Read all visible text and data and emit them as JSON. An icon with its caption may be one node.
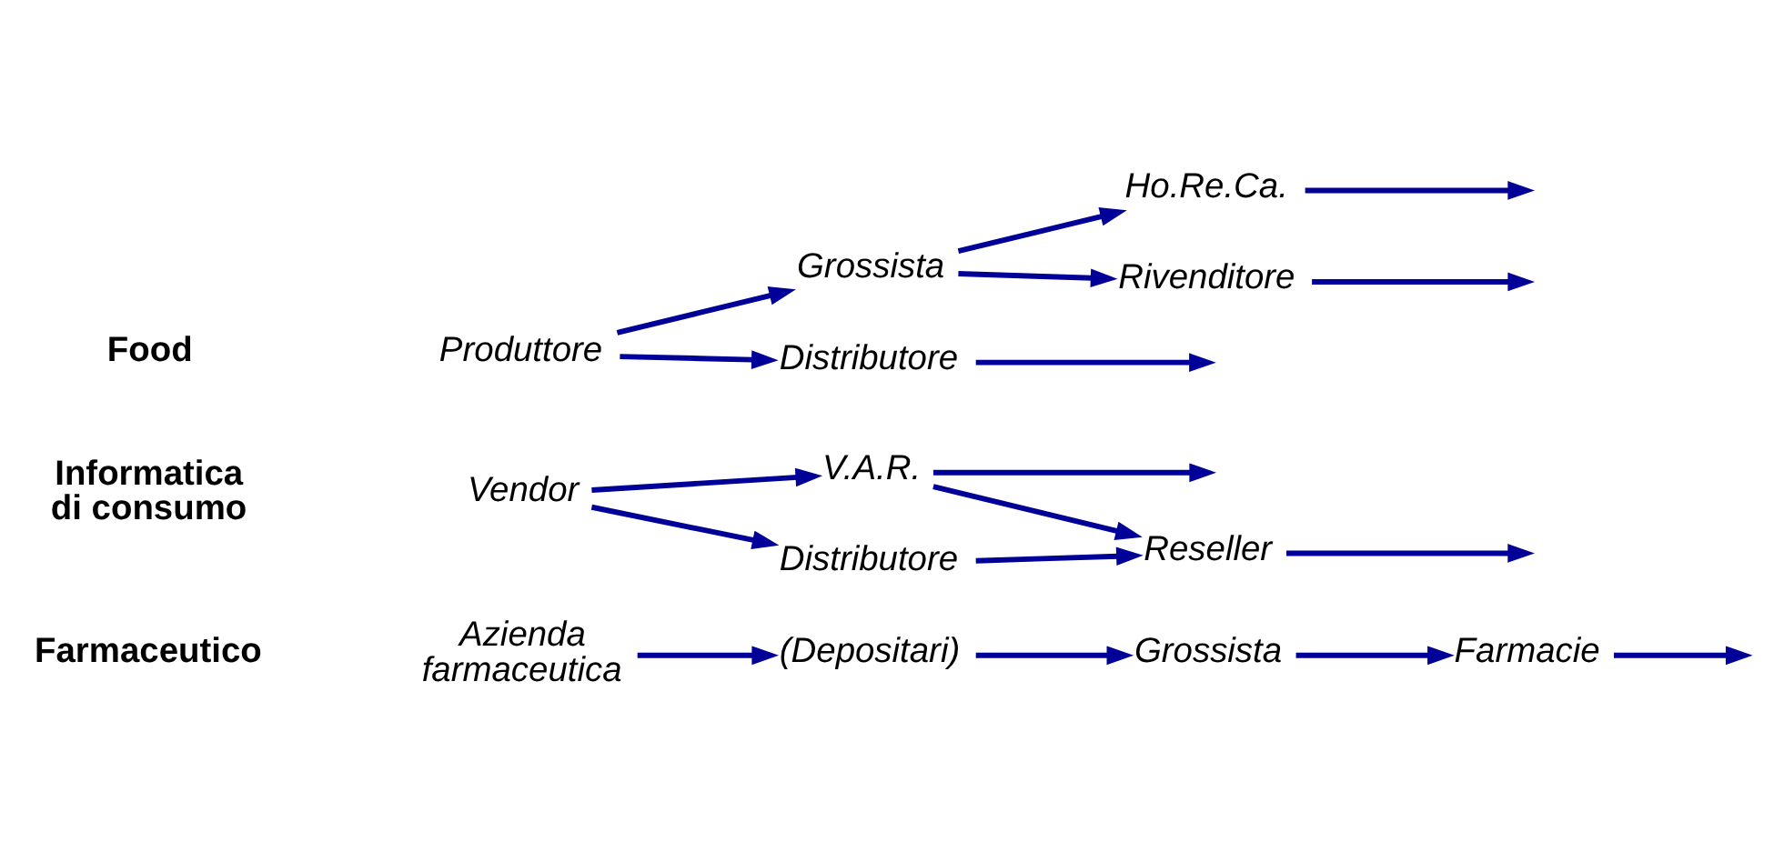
{
  "diagram": {
    "nodes": [
      {
        "text": [
          "Produttore"
        ]
      },
      {
        "text": [
          "Grossista"
        ]
      },
      {
        "text": [
          "Distributore"
        ]
      },
      {
        "text": [
          "Ho.Re.Ca."
        ]
      },
      {
        "text": [
          "Rivenditore"
        ]
      },
      {
        "text": [
          "Vendor"
        ]
      },
      {
        "text": [
          "V.A.R."
        ]
      },
      {
        "text": [
          "Distributore"
        ]
      },
      {
        "text": [
          "Reseller"
        ]
      },
      {
        "text": [
          "Azienda farmaceutica"
        ]
      },
      {
        "text": [
          "(Depositari)"
        ]
      },
      {
        "text": [
          "Grossista"
        ]
      },
      {
        "text": [
          "Farmacie"
        ]
      }
    ],
    "edges": [
      {
        "from": 0,
        "to": 1,
        "arrow": "to"
      },
      {
        "from": 0,
        "to": 2,
        "arrow": "to"
      },
      {
        "from": 1,
        "to": 3,
        "arrow": "to"
      },
      {
        "from": 1,
        "to": 4,
        "arrow": "to"
      },
      {
        "from": 3,
        "to": null,
        "arrow": "to"
      },
      {
        "from": 4,
        "to": null,
        "arrow": "to"
      },
      {
        "from": 2,
        "to": null,
        "arrow": "to"
      },
      {
        "from": 5,
        "to": 6,
        "arrow": "to"
      },
      {
        "from": 5,
        "to": 7,
        "arrow": "to"
      },
      {
        "from": 6,
        "to": null,
        "arrow": "to"
      },
      {
        "from": 6,
        "to": 8,
        "arrow": "to"
      },
      {
        "from": 7,
        "to": 8,
        "arrow": "to"
      },
      {
        "from": 8,
        "to": null,
        "arrow": "to"
      },
      {
        "from": 9,
        "to": 10,
        "arrow": "to"
      },
      {
        "from": 10,
        "to": 11,
        "arrow": "to"
      },
      {
        "from": 11,
        "to": 12,
        "arrow": "to"
      },
      {
        "from": 12,
        "to": null,
        "arrow": "to"
      }
    ],
    "labels": [
      "Food",
      "Informatica di consumo",
      "Farmaceutico"
    ]
  }
}
